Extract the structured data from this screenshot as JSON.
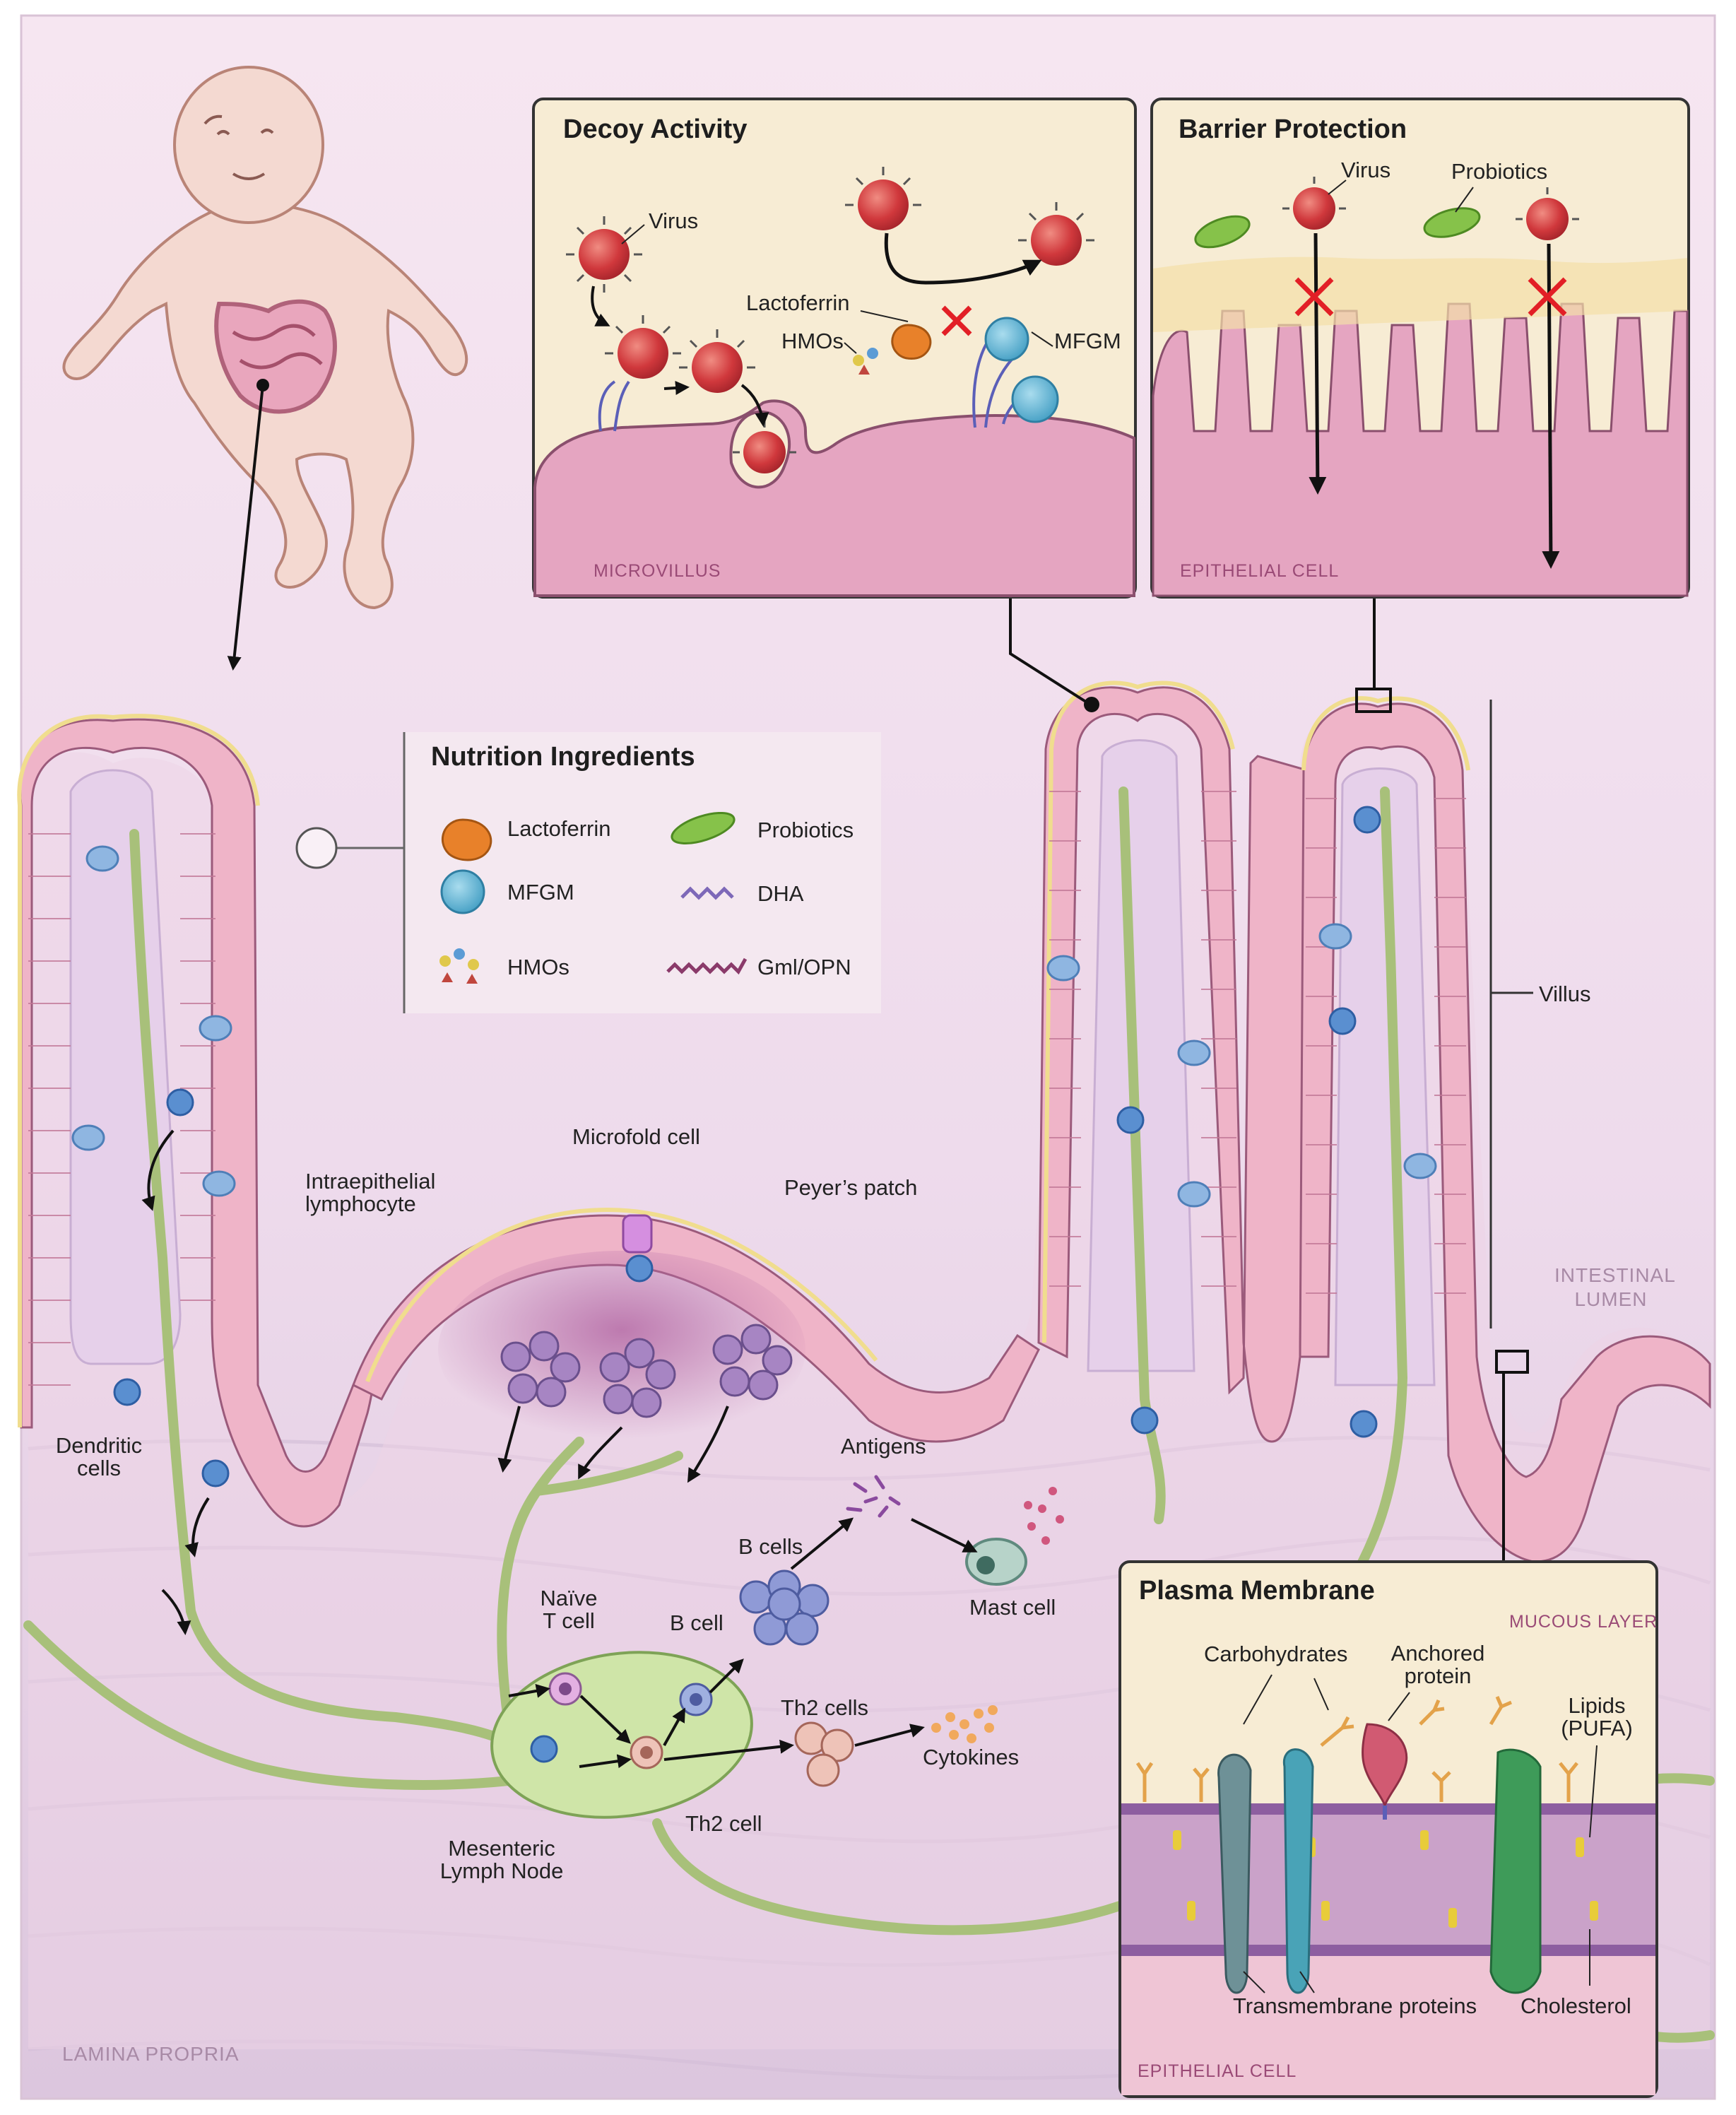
{
  "panels": {
    "decoy": {
      "title": "Decoy Activity",
      "virus_label": "Virus",
      "lactoferrin_label": "Lactoferrin",
      "hmos_label": "HMOs",
      "mfgm_label": "MFGM",
      "caption": "MICROVILLUS"
    },
    "barrier": {
      "title": "Barrier Protection",
      "virus_label": "Virus",
      "probiotics_label": "Probiotics",
      "caption": "EPITHELIAL CELL"
    },
    "membrane": {
      "title": "Plasma Membrane",
      "mucous_caption": "MUCOUS LAYER",
      "carbohydrates_label": "Carbohydrates",
      "anchored_protein_label": "Anchored\nprotein",
      "lipids_label": "Lipids\n(PUFA)",
      "transmembrane_label": "Transmembrane proteins",
      "cholesterol_label": "Cholesterol",
      "caption": "EPITHELIAL CELL"
    }
  },
  "legend": {
    "title": "Nutrition Ingredients",
    "items": [
      {
        "label": "Lactoferrin",
        "icon": "lactoferrin-icon"
      },
      {
        "label": "Probiotics",
        "icon": "probiotic-icon"
      },
      {
        "label": "MFGM",
        "icon": "mfgm-icon"
      },
      {
        "label": "DHA",
        "icon": "dha-icon"
      },
      {
        "label": "HMOs",
        "icon": "hmos-icon"
      },
      {
        "label": "Gml/OPN",
        "icon": "gml-opn-icon"
      }
    ]
  },
  "labels": {
    "villus": "Villus",
    "intestinal_lumen": "INTESTINAL\nLUMEN",
    "intraepithelial": "Intraepithelial\nlymphocyte",
    "microfold": "Microfold cell",
    "peyers": "Peyer’s patch",
    "dendritic": "Dendritic\ncells",
    "antigens": "Antigens",
    "b_cells": "B cells",
    "mast_cell": "Mast cell",
    "naive_t": "Naïve\nT cell",
    "b_cell": "B cell",
    "th2_cells": "Th2 cells",
    "cytokines": "Cytokines",
    "th2_cell": "Th2 cell",
    "mesenteric": "Mesenteric\nLymph Node",
    "lamina_propria": "LAMINA PROPRIA"
  },
  "colors": {
    "virus": "#d0383c",
    "lactoferrin": "#e8812a",
    "mfgm": "#3f9cc2",
    "probiotic": "#86c24a",
    "villus_cell": "#efb4c8",
    "lymph_node": "#cfe5a8",
    "block_x": "#e21f26",
    "panel_bg": "#f7ecd4"
  }
}
